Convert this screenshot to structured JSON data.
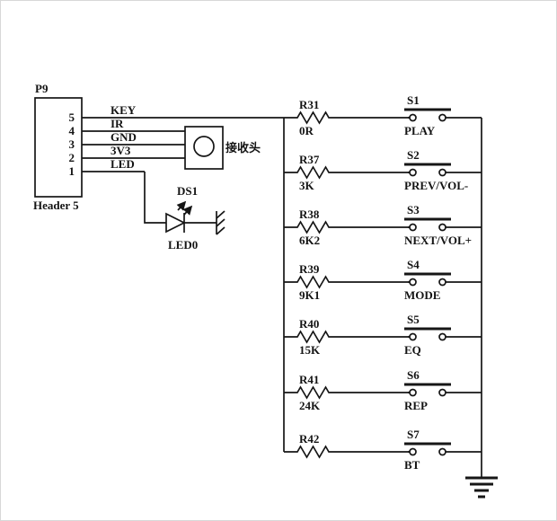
{
  "title": "IR key schematic",
  "colors": {
    "line": "#161616",
    "background": "#ffffff"
  },
  "header": {
    "ref": "P9",
    "name": "Header 5",
    "pins": [
      "5",
      "4",
      "3",
      "2",
      "1"
    ],
    "signals": [
      "KEY",
      "IR",
      "GND",
      "3V3",
      "LED"
    ]
  },
  "ir_receiver": {
    "label": "接收头"
  },
  "led": {
    "ref": "DS1",
    "label": "LED0"
  },
  "rows": [
    {
      "res_ref": "R31",
      "res_val": "0R",
      "sw_ref": "S1",
      "sw_label": "PLAY"
    },
    {
      "res_ref": "R37",
      "res_val": "3K",
      "sw_ref": "S2",
      "sw_label": "PREV/VOL-"
    },
    {
      "res_ref": "R38",
      "res_val": "6K2",
      "sw_ref": "S3",
      "sw_label": "NEXT/VOL+"
    },
    {
      "res_ref": "R39",
      "res_val": "9K1",
      "sw_ref": "S4",
      "sw_label": "MODE"
    },
    {
      "res_ref": "R40",
      "res_val": "15K",
      "sw_ref": "S5",
      "sw_label": "EQ"
    },
    {
      "res_ref": "R41",
      "res_val": "24K",
      "sw_ref": "S6",
      "sw_label": "REP"
    },
    {
      "res_ref": "R42",
      "res_val": "",
      "sw_ref": "S7",
      "sw_label": "BT"
    }
  ]
}
